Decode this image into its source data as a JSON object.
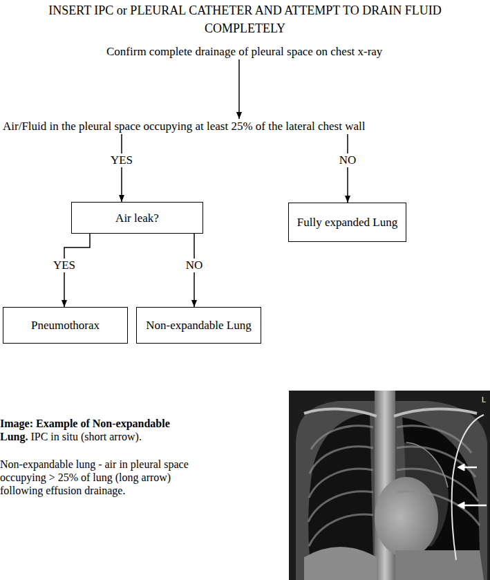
{
  "diagram": {
    "title": "INSERT IPC or PLEURAL CATHETER AND ATTEMPT TO DRAIN FLUID COMPLETELY",
    "nodes": [
      {
        "text": [
          "Confirm complete drainage of pleural space on chest x-ray"
        ]
      },
      {
        "text": [
          "Air/Fluid in the pleural space occupying at least 25% of the lateral chest wall"
        ]
      },
      {
        "text": [
          "Air leak?"
        ]
      },
      {
        "text": [
          "Fully expanded Lung"
        ]
      },
      {
        "text": [
          "Pneumothorax"
        ]
      },
      {
        "text": [
          "Non-expandable Lung"
        ]
      }
    ],
    "edges": [
      {
        "from": 0,
        "to": 1,
        "arrow": "to"
      },
      {
        "from": 1,
        "to": 2,
        "label": "YES",
        "arrow": "to"
      },
      {
        "from": 1,
        "to": 3,
        "label": "NO",
        "arrow": "to"
      },
      {
        "from": 2,
        "to": 4,
        "label": "YES",
        "arrow": "to"
      },
      {
        "from": 2,
        "to": 5,
        "label": "NO",
        "arrow": "to"
      }
    ],
    "labels": [
      "Image: Example of Non-expandable Lung.",
      "IPC in situ (short arrow).",
      "Non-expandable lung - air in pleural space occupying > 25% of lung (long arrow) following effusion drainage.",
      "L"
    ]
  }
}
